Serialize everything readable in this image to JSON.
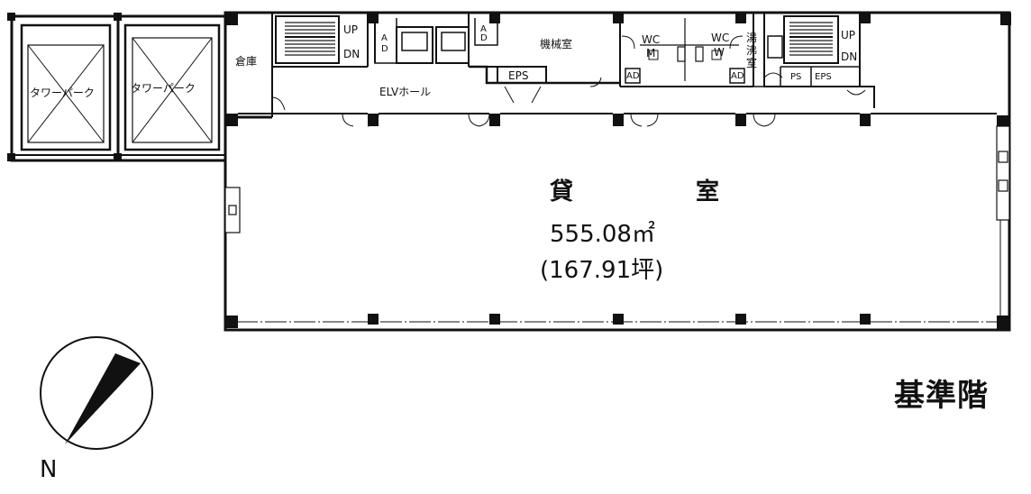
{
  "plan": {
    "floor_name": "基準階",
    "north_label": "N",
    "rental_room": {
      "name": "貸　　室",
      "area_m2": "555.08㎡",
      "area_tsubo": "(167.91坪)"
    },
    "rooms": {
      "tower_park_1": "タワーパーク",
      "tower_park_2": "タワーパーク",
      "storage": "倉庫",
      "elv_hall": "ELVホール",
      "machine_room": "機械室",
      "eps_center": "EPS",
      "wc_m_1": "WC",
      "wc_m_2": "M",
      "wc_w_1": "WC",
      "wc_w_2": "W",
      "kitchenette_1": "湯",
      "kitchenette_2": "沸",
      "kitchenette_3": "室",
      "ps_right": "PS",
      "eps_right": "EPS"
    },
    "stairs": {
      "left_up": "UP",
      "left_dn": "DN",
      "right_up": "UP",
      "right_dn": "DN"
    },
    "ad_labels": {
      "ad_a1": "A",
      "ad_d1": "D",
      "ad_a2": "A",
      "ad_d2": "D",
      "ad_wc_left": "AD",
      "ad_wc_right": "AD"
    }
  }
}
